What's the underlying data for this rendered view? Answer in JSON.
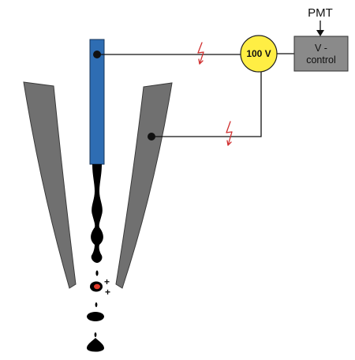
{
  "labels": {
    "pmt": "PMT",
    "voltage_control_line1": "V -",
    "voltage_control_line2": "control",
    "voltage_source": "100 V",
    "charge_1": "+",
    "charge_2": "+"
  },
  "colors": {
    "background": "#ffffff",
    "deflection_plate": "#707070",
    "deflection_plate_edge": "#3a3a3a",
    "nozzle": "#2e6db3",
    "nozzle_edge": "#15345a",
    "voltage_source_fill": "#ffee44",
    "control_box": "#8a8a8a",
    "wire": "#111111",
    "drops": "#000000",
    "charged_drop_core": "#e23a2a",
    "spark": "#d03030"
  },
  "icons": {
    "spark": "lightning-bolt-icon",
    "arrow": "arrow-down-icon"
  }
}
